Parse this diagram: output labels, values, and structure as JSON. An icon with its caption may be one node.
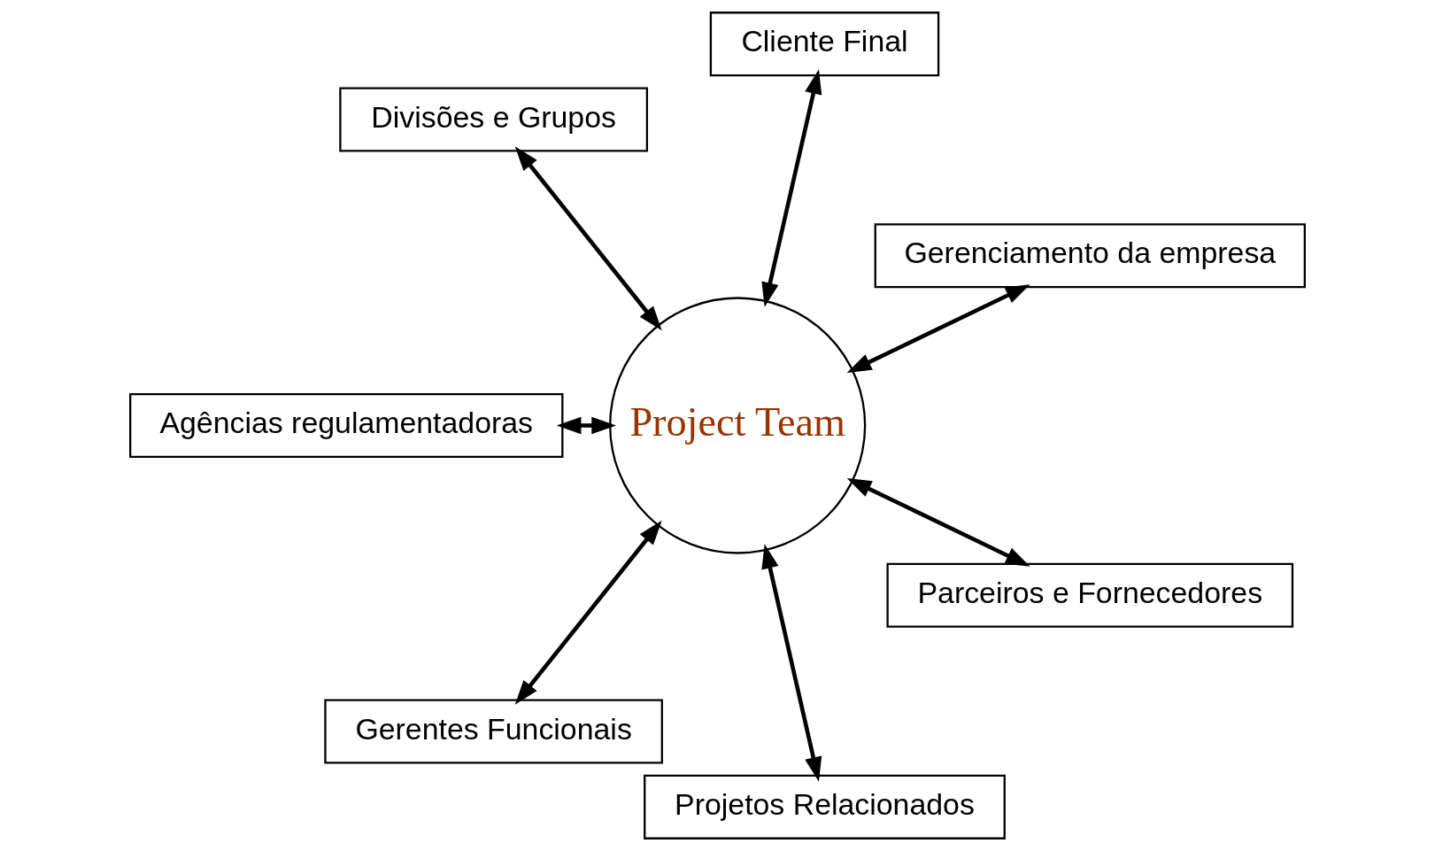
{
  "diagram": {
    "nodes": [
      {
        "text": [
          "Project Team"
        ]
      },
      {
        "text": [
          "Gerenciamento da empresa"
        ]
      },
      {
        "text": [
          "Cliente Final"
        ]
      },
      {
        "text": [
          "Divisões e Grupos"
        ]
      },
      {
        "text": [
          "Agências regulamentadoras"
        ]
      },
      {
        "text": [
          "Gerentes Funcionais"
        ]
      },
      {
        "text": [
          "Projetos Relacionados"
        ]
      },
      {
        "text": [
          "Parceiros e Fornecedores"
        ]
      }
    ],
    "edges": [
      {
        "from": 0,
        "to": 1,
        "arrow": "both"
      },
      {
        "from": 0,
        "to": 2,
        "arrow": "both"
      },
      {
        "from": 0,
        "to": 3,
        "arrow": "both"
      },
      {
        "from": 0,
        "to": 4,
        "arrow": "both"
      },
      {
        "from": 0,
        "to": 5,
        "arrow": "both"
      },
      {
        "from": 0,
        "to": 6,
        "arrow": "both"
      },
      {
        "from": 0,
        "to": 7,
        "arrow": "both"
      }
    ]
  }
}
